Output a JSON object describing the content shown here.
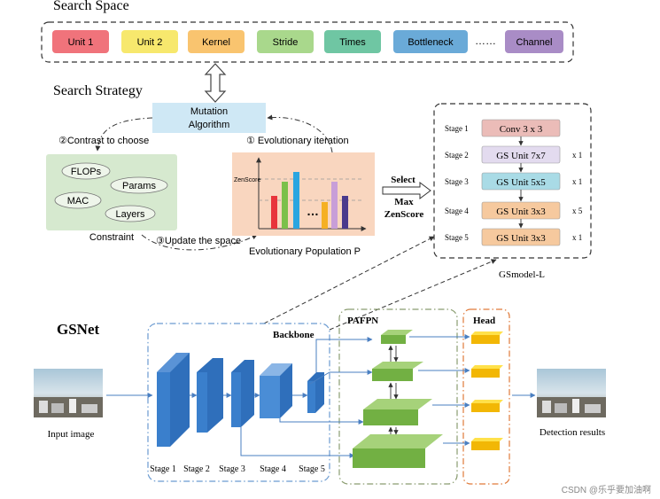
{
  "search_space": {
    "title": "Search Space",
    "items": [
      {
        "label": "Unit 1",
        "color": "#f0737b"
      },
      {
        "label": "Unit 2",
        "color": "#f7e86d"
      },
      {
        "label": "Kernel",
        "color": "#f9c46f"
      },
      {
        "label": "Stride",
        "color": "#a9d88c"
      },
      {
        "label": "Times",
        "color": "#6fc6a3"
      },
      {
        "label": "Bottleneck",
        "color": "#6aaad8"
      },
      {
        "label": "Channel",
        "color": "#a98cc6"
      }
    ],
    "ellipsis": "……"
  },
  "search_strategy": {
    "title": "Search Strategy",
    "mutation": "Mutation\nAlgorithm",
    "mutation_line1": "Mutation",
    "mutation_line2": "Algorithm",
    "contrast_label": "②Contrast to choose",
    "evolutionary_label": "① Evolutionary iteration",
    "update_label": "③Update the space",
    "constraint": {
      "title": "Constraint",
      "items": [
        "FLOPs",
        "Params",
        "MAC",
        "Layers"
      ]
    },
    "population": {
      "title": "Evolutionary Population P",
      "zenscore": "ZenScore",
      "ellipsis": "…",
      "bar_colors": [
        "#e8343b",
        "#7cc04a",
        "#2aa5e0",
        "#f5b024",
        "#c89ed8",
        "#4a3a8c"
      ]
    },
    "select_line1": "Select",
    "select_line2": "Max",
    "select_line3": "ZenScore"
  },
  "gsmodel": {
    "caption": "GSmodel-L",
    "stages": [
      {
        "stage": "Stage 1",
        "block": "Conv 3 x 3",
        "times": "",
        "color": "#ebbcb8"
      },
      {
        "stage": "Stage 2",
        "block": "GS Unit 7x7",
        "times": "x 1",
        "color": "#e3dbef"
      },
      {
        "stage": "Stage 3",
        "block": "GS Unit 5x5",
        "times": "x 1",
        "color": "#a9dbe6"
      },
      {
        "stage": "Stage 4",
        "block": "GS Unit 3x3",
        "times": "x 5",
        "color": "#f6c99e"
      },
      {
        "stage": "Stage 5",
        "block": "GS Unit 3x3",
        "times": "x 1",
        "color": "#f6c99e"
      }
    ]
  },
  "gsnet": {
    "title": "GSNet",
    "backbone": "Backbone",
    "pafpn": "PAFPN",
    "head": "Head",
    "input_label": "Input image",
    "output_label": "Detection results",
    "stage_labels": [
      "Stage 1",
      "Stage 2",
      "Stage 3",
      "Stage 4",
      "Stage 5"
    ]
  },
  "watermark": "CSDN @乐乎要加油啊"
}
